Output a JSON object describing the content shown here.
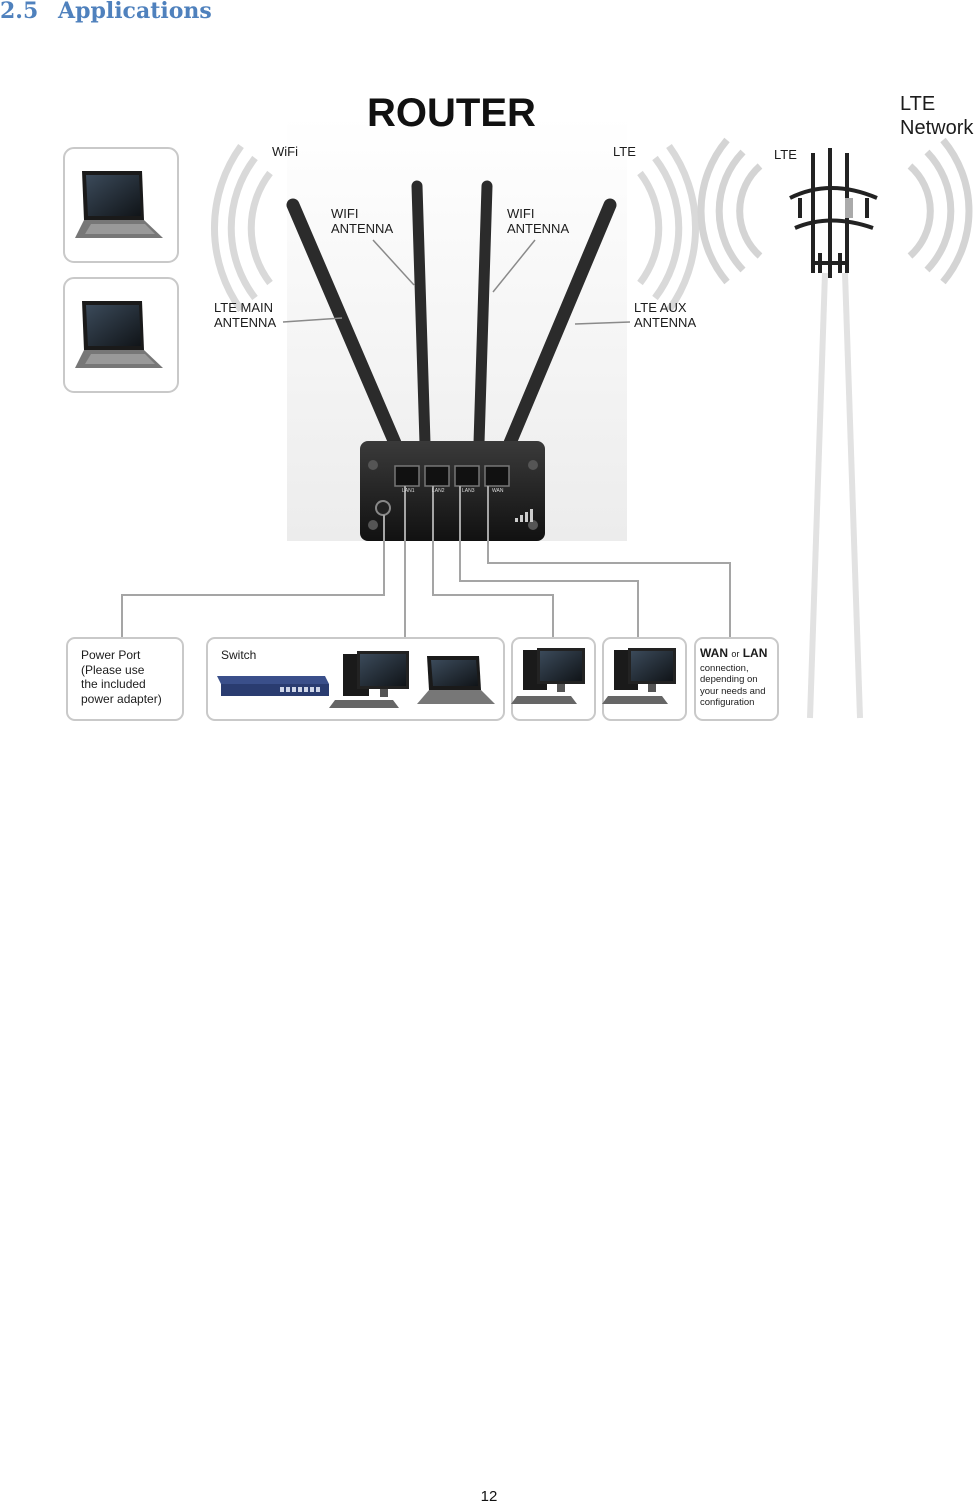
{
  "section": {
    "number": "2.5",
    "title": "Applications"
  },
  "figure": {
    "title": "ROUTER",
    "network_label": "LTE\nNetwork",
    "wifi_signal_label": "WiFi",
    "lte_signal_label": "LTE",
    "tower_label": "LTE",
    "antennas": {
      "wifi_left": "WIFI\nANTENNA",
      "wifi_right": "WIFI\nANTENNA",
      "lte_main": "LTE MAIN\nANTENNA",
      "lte_aux": "LTE AUX\nANTENNA"
    },
    "router_port_labels": [
      "LAN1",
      "LAN2",
      "LAN3",
      "WAN"
    ],
    "power_port": "Power Port\n(Please use\nthe included\npower adapter)",
    "switch_label": "Switch",
    "wan_or_lan": {
      "wan": "WAN",
      "or": "or",
      "lan": "LAN",
      "description": "connection,\ndepending on\nyour needs and\nconfiguration"
    }
  },
  "page_number": "12"
}
